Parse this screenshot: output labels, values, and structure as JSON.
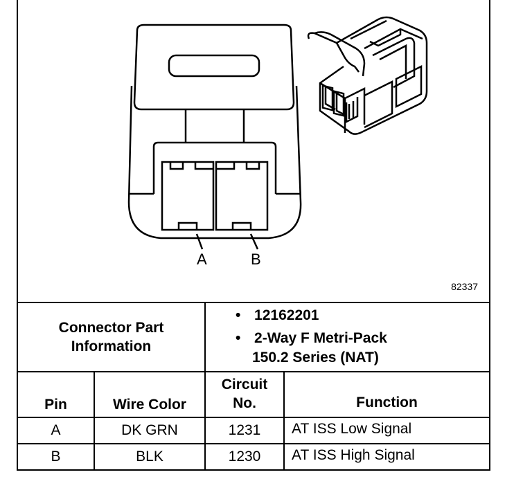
{
  "diagram": {
    "figure_number": "82337",
    "pin_labels": [
      "A",
      "B"
    ]
  },
  "connector_info": {
    "heading_line1": "Connector Part",
    "heading_line2": "Information",
    "bullets": [
      {
        "bullet": "•",
        "text": "12162201"
      },
      {
        "bullet": "•",
        "text": "2-Way F Metri-Pack"
      },
      {
        "bullet": "",
        "text": "150.2 Series (NAT)"
      }
    ]
  },
  "pin_table": {
    "headers": {
      "pin": "Pin",
      "wire_color": "Wire Color",
      "circuit_line1": "Circuit",
      "circuit_line2": "No.",
      "function": "Function"
    },
    "rows": [
      {
        "pin": "A",
        "wire_color": "DK GRN",
        "circuit": "1231",
        "function": "AT ISS Low Signal"
      },
      {
        "pin": "B",
        "wire_color": "BLK",
        "circuit": "1230",
        "function": "AT ISS High Signal"
      }
    ]
  }
}
